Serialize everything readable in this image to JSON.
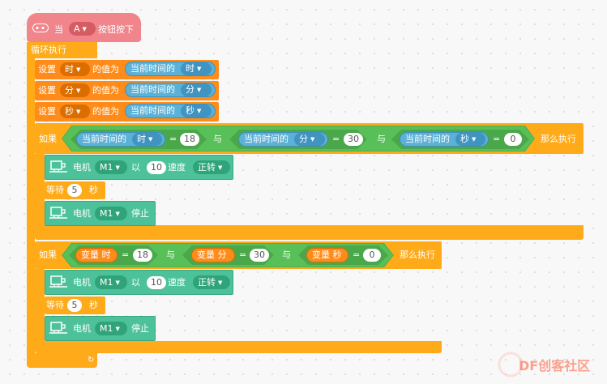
{
  "hat": {
    "when": "当",
    "key": "A",
    "action": "按钮按下"
  },
  "loop": {
    "label": "循环执行"
  },
  "set_blocks": [
    {
      "set": "设置",
      "var": "时",
      "value_of": "的值为",
      "reporter": "当前时间的",
      "unit": "时"
    },
    {
      "set": "设置",
      "var": "分",
      "value_of": "的值为",
      "reporter": "当前时间的",
      "unit": "分"
    },
    {
      "set": "设置",
      "var": "秒",
      "value_of": "的值为",
      "reporter": "当前时间的",
      "unit": "秒"
    }
  ],
  "if1": {
    "if": "如果",
    "then": "那么执行",
    "and": "与",
    "eq": "=",
    "conds": [
      {
        "reporter": "当前时间的",
        "unit": "时",
        "value": "18"
      },
      {
        "reporter": "当前时间的",
        "unit": "分",
        "value": "30"
      },
      {
        "reporter": "当前时间的",
        "unit": "秒",
        "value": "0"
      }
    ],
    "motor_run": {
      "label": "电机",
      "motor": "M1",
      "at": "以",
      "speed": "10",
      "speed_label": "速度",
      "dir": "正转"
    },
    "wait": {
      "label": "等待",
      "value": "5",
      "unit": "秒"
    },
    "motor_stop": {
      "label": "电机",
      "motor": "M1",
      "stop": "停止"
    }
  },
  "if2": {
    "if": "如果",
    "then": "那么执行",
    "and": "与",
    "eq": "=",
    "conds": [
      {
        "var": "变量 时",
        "value": "18"
      },
      {
        "var": "变量 分",
        "value": "30"
      },
      {
        "var": "变量 秒",
        "value": "0"
      }
    ],
    "motor_run": {
      "label": "电机",
      "motor": "M1",
      "at": "以",
      "speed": "10",
      "speed_label": "速度",
      "dir": "正转"
    },
    "wait": {
      "label": "等待",
      "value": "5",
      "unit": "秒"
    },
    "motor_stop": {
      "label": "电机",
      "motor": "M1",
      "stop": "停止"
    }
  },
  "loop_arrow": "↻",
  "watermark": "DF创客社区",
  "colors": {
    "events": "#f0858c",
    "control": "#ffab19",
    "sensing": "#5cb1d6",
    "operators": "#59c059",
    "variables": "#ff8c1a",
    "motor": "#4dc29a"
  }
}
